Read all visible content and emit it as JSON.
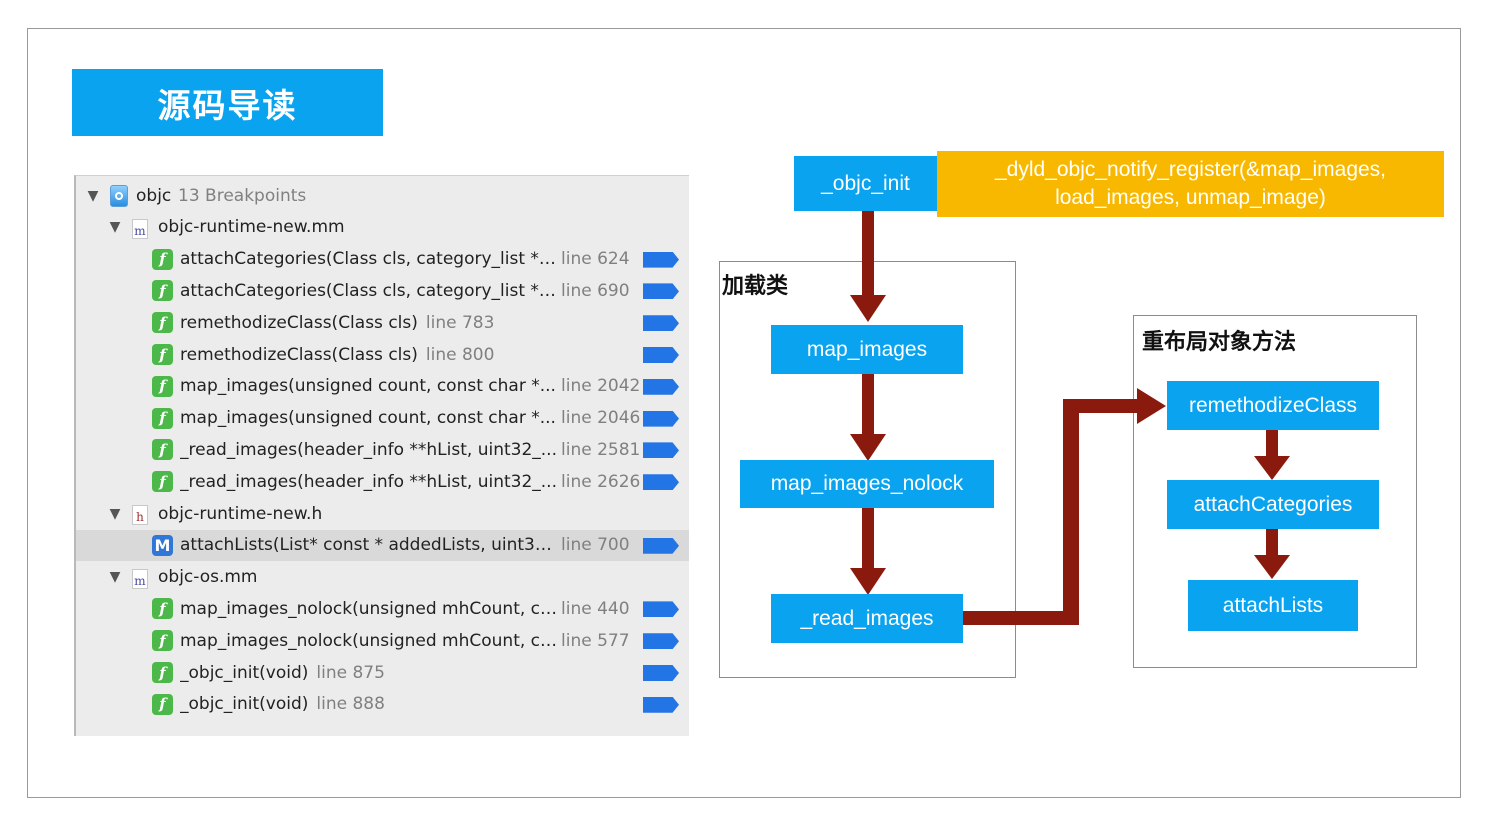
{
  "title": "源码导读",
  "navigator": {
    "project": {
      "name": "objc",
      "count": "13 Breakpoints",
      "icon": "xcode-project-icon"
    },
    "files": [
      {
        "name": "objc-runtime-new.mm",
        "type": "m",
        "breakpoints": [
          {
            "text": "attachCategories(Class cls, category_list *c...",
            "line": "line 624",
            "kind": "function"
          },
          {
            "text": "attachCategories(Class cls, category_list *c...",
            "line": "line 690",
            "kind": "function"
          },
          {
            "text": "remethodizeClass(Class cls)",
            "line": "line 783",
            "kind": "function"
          },
          {
            "text": "remethodizeClass(Class cls)",
            "line": "line 800",
            "kind": "function"
          },
          {
            "text": "map_images(unsigned count, const char *...",
            "line": "line 2042",
            "kind": "function"
          },
          {
            "text": "map_images(unsigned count, const char *...",
            "line": "line 2046",
            "kind": "function"
          },
          {
            "text": "_read_images(header_info **hList, uint32_...",
            "line": "line 2581",
            "kind": "function"
          },
          {
            "text": "_read_images(header_info **hList, uint32_...",
            "line": "line 2626",
            "kind": "function"
          }
        ]
      },
      {
        "name": "objc-runtime-new.h",
        "type": "h",
        "breakpoints": [
          {
            "text": "attachLists(List* const * addedLists, uint32...",
            "line": "line 700",
            "kind": "method",
            "selected": true
          }
        ]
      },
      {
        "name": "objc-os.mm",
        "type": "m",
        "breakpoints": [
          {
            "text": "map_images_nolock(unsigned mhCount, co...",
            "line": "line 440",
            "kind": "function"
          },
          {
            "text": "map_images_nolock(unsigned mhCount, co...",
            "line": "line 577",
            "kind": "function"
          },
          {
            "text": "_objc_init(void)",
            "line": "line 875",
            "kind": "function"
          },
          {
            "text": "_objc_init(void)",
            "line": "line 888",
            "kind": "function"
          }
        ]
      }
    ],
    "function_glyph": "f",
    "method_glyph": "M",
    "colors": {
      "function_icon": "#4db84a",
      "method_icon": "#2f78d8",
      "breakpoint_flag": "#2375e6"
    }
  },
  "diagram": {
    "nodes": {
      "objc_init": "_objc_init",
      "map_images": "map_images",
      "map_images_nolock": "map_images_nolock",
      "read_images": "_read_images",
      "remethodizeClass": "remethodizeClass",
      "attachCategories": "attachCategories",
      "attachLists": "attachLists"
    },
    "note": {
      "line1": "_dyld_objc_notify_register(&map_images,",
      "line2": "load_images, unmap_image)"
    },
    "groups": {
      "loading": "加载类",
      "relayout": "重布局对象方法"
    },
    "colors": {
      "node": "#0aa3f0",
      "note": "#f9b800",
      "arrow": "#8b1a0e"
    }
  }
}
